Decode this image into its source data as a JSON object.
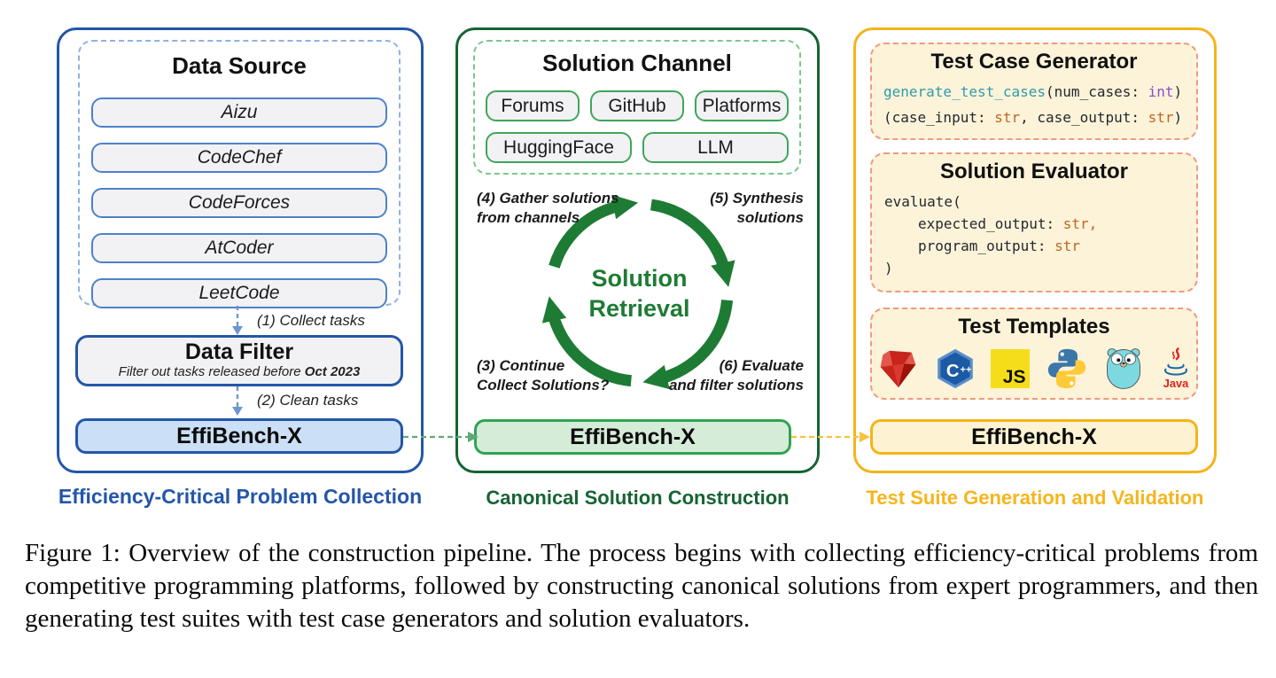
{
  "panel1": {
    "title": "Data Source",
    "sources": [
      "Aizu",
      "CodeChef",
      "CodeForces",
      "AtCoder",
      "LeetCode"
    ],
    "arrow1_label": "(1) Collect tasks",
    "filter": {
      "title": "Data Filter",
      "subtitle_prefix": "Filter out tasks released before ",
      "subtitle_bold": "Oct 2023"
    },
    "arrow2_label": "(2) Clean tasks",
    "effibench": "EffiBench-X",
    "caption": "Efficiency-Critical Problem Collection"
  },
  "panel2": {
    "title": "Solution Channel",
    "channels_row1": [
      "Forums",
      "GitHub",
      "Platforms"
    ],
    "channels_row2": [
      "HuggingFace",
      "LLM"
    ],
    "cycle": {
      "center_line1": "Solution",
      "center_line2": "Retrieval",
      "step3_line1": "(3) Continue",
      "step3_line2": "Collect Solutions?",
      "step4_line1": "(4) Gather solutions",
      "step4_line2": "from channels",
      "step5_line1": "(5) Synthesis",
      "step5_line2": "solutions",
      "step6_line1": "(6) Evaluate",
      "step6_line2": "and filter solutions"
    },
    "effibench": "EffiBench-X",
    "caption": "Canonical Solution Construction"
  },
  "panel3": {
    "generator": {
      "title": "Test Case Generator",
      "code1_fn": "generate_test_cases",
      "code1_mid": "(num_cases: ",
      "code1_type": "int",
      "code1_close": ")",
      "code2_a": "(case_input: ",
      "code2_t1": "str",
      "code2_b": ", case_output: ",
      "code2_t2": "str",
      "code2_close": ")"
    },
    "evaluator": {
      "title": "Solution Evaluator",
      "l1": "evaluate(",
      "l2_name": "expected_output: ",
      "l2_type": "str,",
      "l3_name": "program_output: ",
      "l3_type": "str",
      "l4": ")"
    },
    "templates": {
      "title": "Test Templates",
      "languages": [
        "Ruby",
        "C++",
        "JavaScript",
        "Python",
        "Go",
        "Java"
      ],
      "cpp_label": "C++",
      "js_label": "JS",
      "java_label": "Java"
    },
    "effibench": "EffiBench-X",
    "caption": "Test Suite Generation and Validation"
  },
  "figure_caption": "Figure 1: Overview of the construction pipeline. The process begins with collecting efficiency-critical problems from competitive programming platforms, followed by constructing canonical solutions from expert programmers, and then generating test suites with test case generators and solution evaluators.",
  "colors": {
    "blue_border": "#2456A8",
    "blue_fill": "#CBDFF6",
    "blue_dashed": "#8FB3E0",
    "green_border": "#166434",
    "green_tile_border": "#3FA55B",
    "green_fill": "#D5ECD9",
    "green_dashed": "#79C98B",
    "cycle_green": "#1E7B34",
    "gold_border": "#F4B41A",
    "gold_caption": "#F6B51D",
    "cream_fill": "#FCF3D9",
    "salmon_dashed": "#EE9B7E",
    "code_teal": "#2E9BAB",
    "code_purple": "#8A4FD0",
    "code_orange": "#C06524",
    "tile_fill": "#F2F2F4"
  }
}
